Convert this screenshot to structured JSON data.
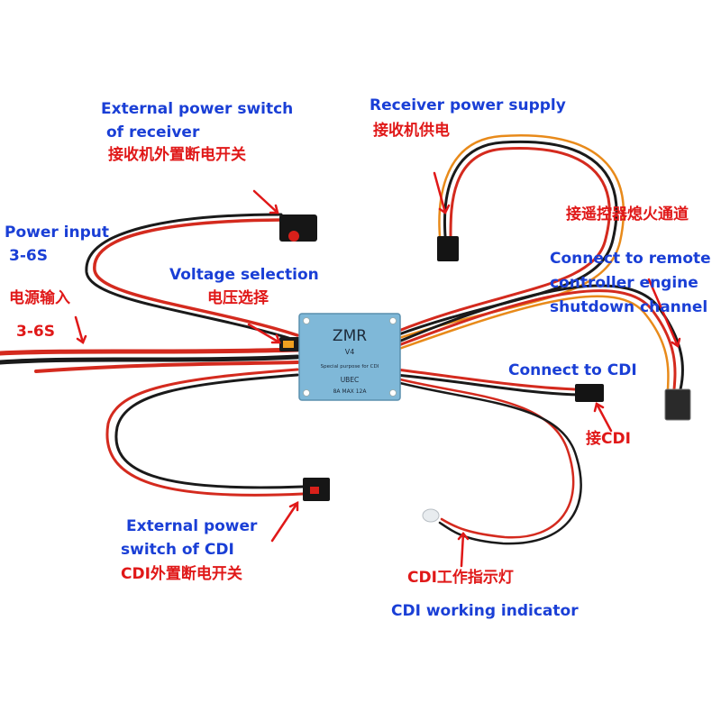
{
  "labels": {
    "ext_switch_receiver": {
      "en_line1": "External power switch",
      "en_line2": "of receiver",
      "zh": "接收机外置断电开关"
    },
    "receiver_power": {
      "en": "Receiver power supply",
      "zh": "接收机供电"
    },
    "power_input": {
      "en_line1": "Power input",
      "en_line2": "3-6S",
      "zh_line1": "电源输入",
      "zh_line2": "3-6S"
    },
    "voltage_selection": {
      "en": "Voltage selection",
      "zh": "电压选择"
    },
    "engine_shutdown": {
      "zh": "接遥控器熄火通道",
      "en_line1": "Connect to remote",
      "en_line2": "controller engine",
      "en_line3": "shutdown channel"
    },
    "connect_cdi": {
      "en": "Connect to CDI",
      "zh": "接CDI"
    },
    "ext_switch_cdi": {
      "en_line1": "External power",
      "en_line2": "switch of CDI",
      "zh": "CDI外置断电开关"
    },
    "cdi_indicator": {
      "zh": "CDI工作指示灯",
      "en": "CDI working indicator"
    }
  },
  "board": {
    "brand": "ZMR",
    "version": "V4",
    "subtitle": "Special purpose for CDI",
    "model": "UBEC",
    "spec": "8A  MAX  12A"
  },
  "colors": {
    "label_en": "#1a3fd6",
    "label_zh": "#e01818",
    "board": "#7fb8d8",
    "wire_red": "#d42a1e",
    "wire_black": "#1a1a1a",
    "wire_orange": "#e88a1a"
  }
}
